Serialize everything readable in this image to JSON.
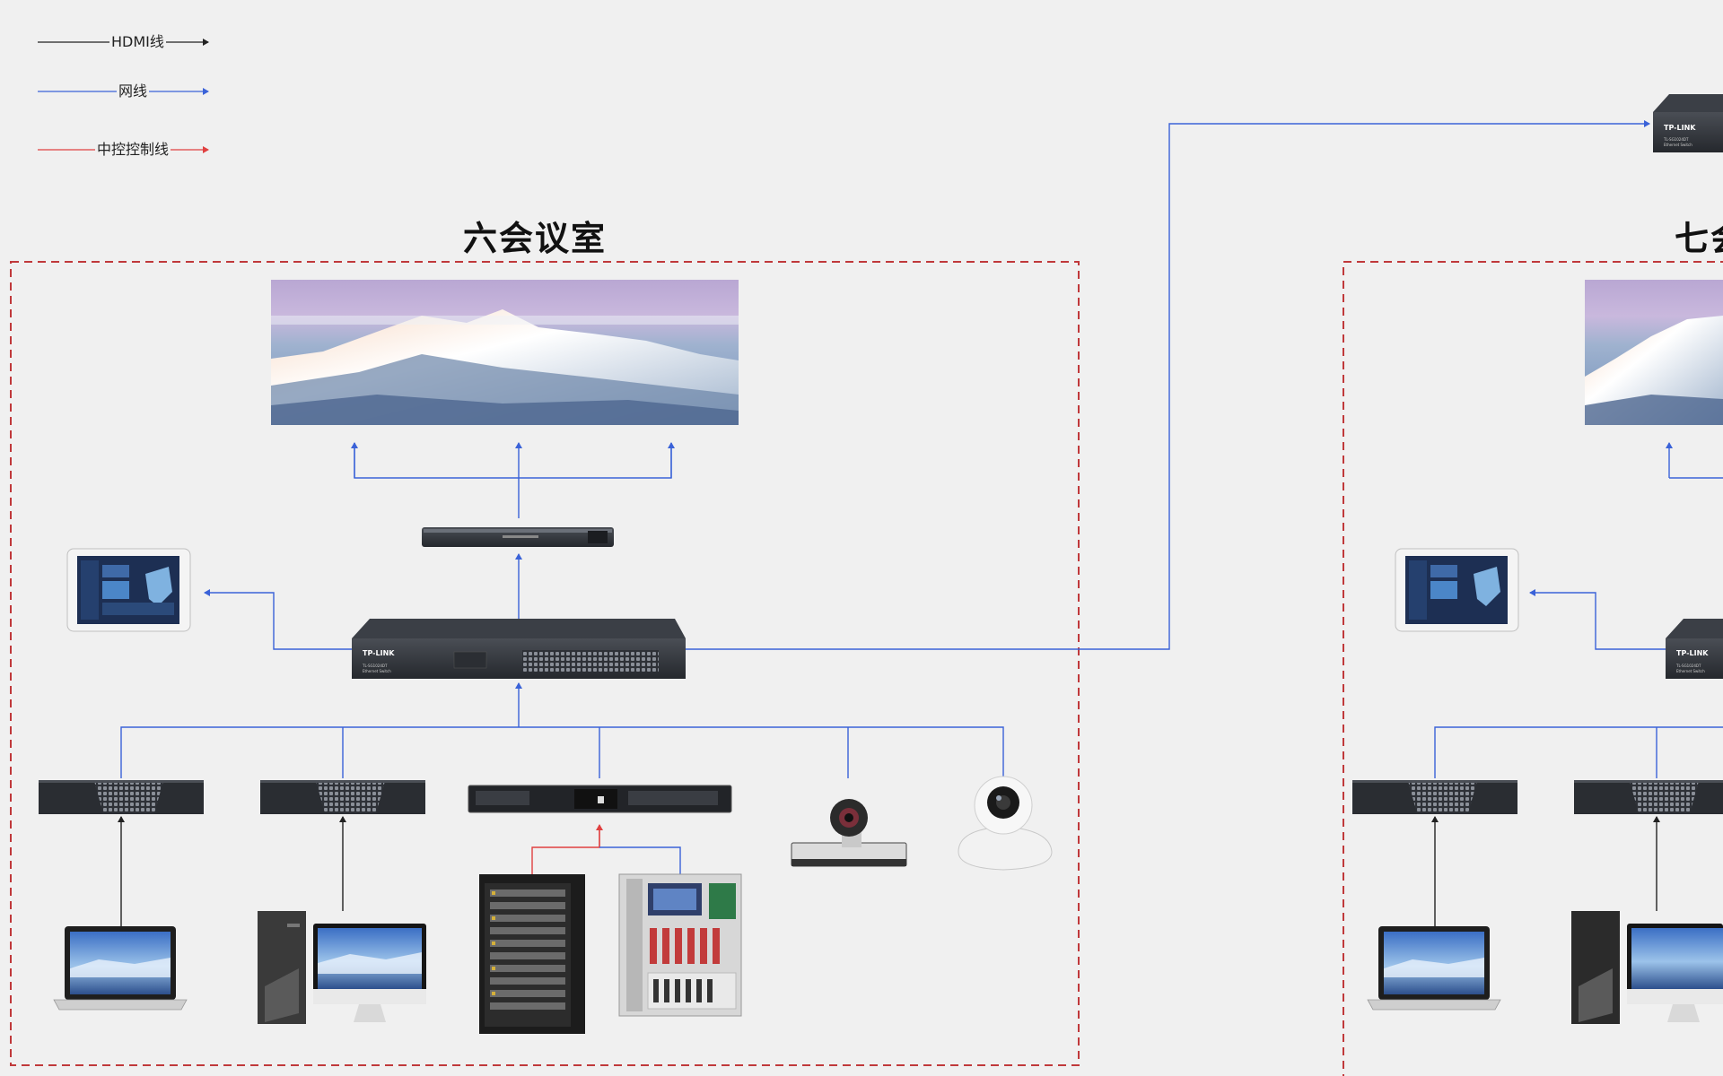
{
  "legend": {
    "items": [
      {
        "label": "HDMI线",
        "color": "#222222"
      },
      {
        "label": "网线",
        "color": "#3a62d8"
      },
      {
        "label": "中控控制线",
        "color": "#e04040"
      }
    ]
  },
  "rooms": [
    {
      "title": "六会议室"
    },
    {
      "title": "七会"
    }
  ],
  "devices": {
    "switch_brand": "TP-LINK",
    "switch_model": "TL-SG1024DT",
    "switch_desc": "Ethernet Switch"
  },
  "colors": {
    "background": "#f0f0f0",
    "room_border": "#c0393b",
    "network_line": "#3a62d8",
    "hdmi_line": "#222222",
    "control_line": "#e04040"
  }
}
